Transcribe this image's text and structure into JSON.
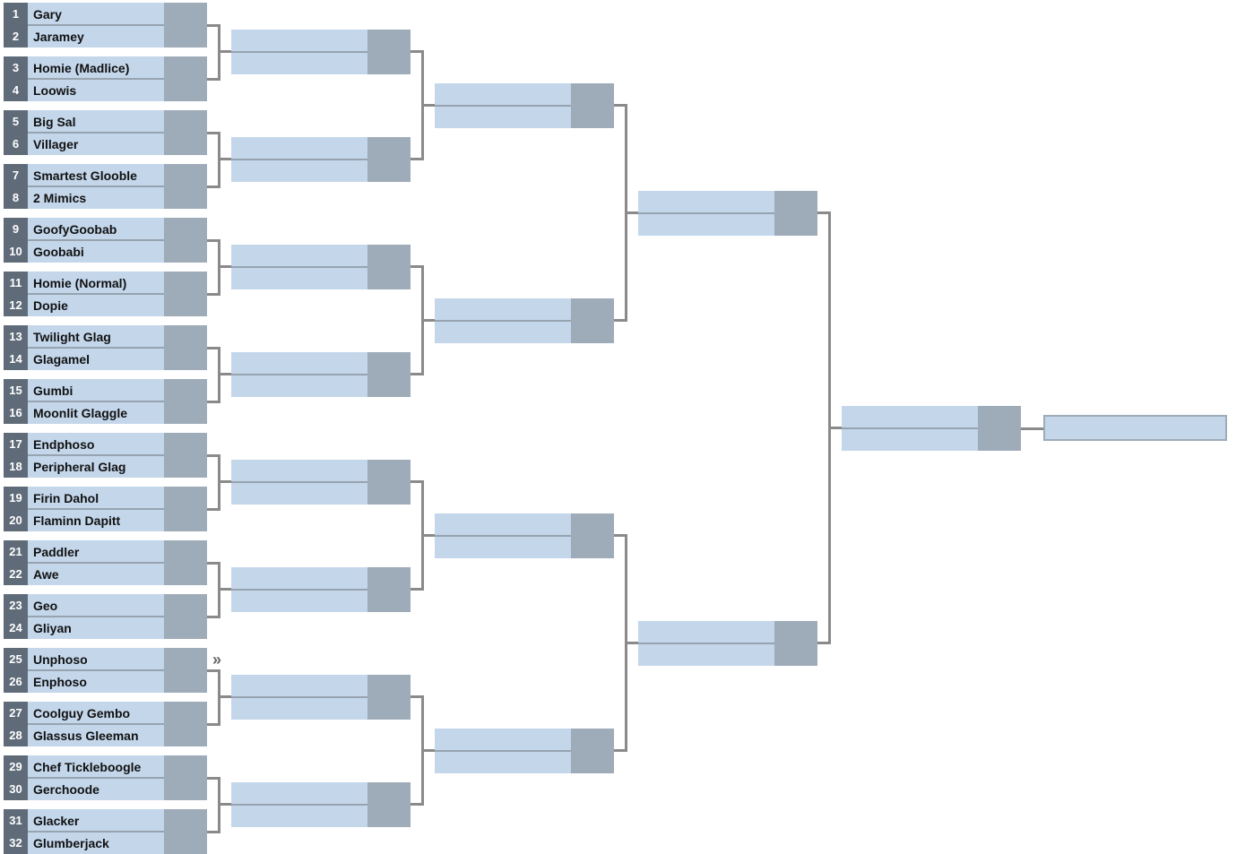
{
  "bracket": {
    "round1": [
      {
        "top": {
          "seed": "1",
          "name": "Gary"
        },
        "bottom": {
          "seed": "2",
          "name": "Jaramey"
        }
      },
      {
        "top": {
          "seed": "3",
          "name": "Homie (Madlice)"
        },
        "bottom": {
          "seed": "4",
          "name": "Loowis"
        }
      },
      {
        "top": {
          "seed": "5",
          "name": "Big Sal"
        },
        "bottom": {
          "seed": "6",
          "name": "Villager"
        }
      },
      {
        "top": {
          "seed": "7",
          "name": "Smartest Glooble"
        },
        "bottom": {
          "seed": "8",
          "name": "2 Mimics"
        }
      },
      {
        "top": {
          "seed": "9",
          "name": "GoofyGoobab"
        },
        "bottom": {
          "seed": "10",
          "name": "Goobabi"
        }
      },
      {
        "top": {
          "seed": "11",
          "name": "Homie (Normal)"
        },
        "bottom": {
          "seed": "12",
          "name": "Dopie"
        }
      },
      {
        "top": {
          "seed": "13",
          "name": "Twilight Glag"
        },
        "bottom": {
          "seed": "14",
          "name": "Glagamel"
        }
      },
      {
        "top": {
          "seed": "15",
          "name": "Gumbi"
        },
        "bottom": {
          "seed": "16",
          "name": "Moonlit Glaggle"
        }
      },
      {
        "top": {
          "seed": "17",
          "name": "Endphoso"
        },
        "bottom": {
          "seed": "18",
          "name": "Peripheral Glag"
        }
      },
      {
        "top": {
          "seed": "19",
          "name": "Firin Dahol"
        },
        "bottom": {
          "seed": "20",
          "name": "Flaminn Dapitt"
        }
      },
      {
        "top": {
          "seed": "21",
          "name": "Paddler"
        },
        "bottom": {
          "seed": "22",
          "name": "Awe"
        }
      },
      {
        "top": {
          "seed": "23",
          "name": "Geo"
        },
        "bottom": {
          "seed": "24",
          "name": "Gliyan"
        }
      },
      {
        "top": {
          "seed": "25",
          "name": "Unphoso"
        },
        "bottom": {
          "seed": "26",
          "name": "Enphoso"
        }
      },
      {
        "top": {
          "seed": "27",
          "name": "Coolguy Gembo"
        },
        "bottom": {
          "seed": "28",
          "name": "Glassus Gleeman"
        }
      },
      {
        "top": {
          "seed": "29",
          "name": "Chef Tickleboogle"
        },
        "bottom": {
          "seed": "30",
          "name": "Gerchoode"
        }
      },
      {
        "top": {
          "seed": "31",
          "name": "Glacker"
        },
        "bottom": {
          "seed": "32",
          "name": "Glumberjack"
        }
      }
    ],
    "later_rounds_empty": true,
    "advance_marker": "»",
    "colors": {
      "seed_bg": "#5f6b79",
      "name_bg": "#c3d6ea",
      "score_bg": "#9eabb8",
      "connector": "#8a8a8a"
    }
  }
}
